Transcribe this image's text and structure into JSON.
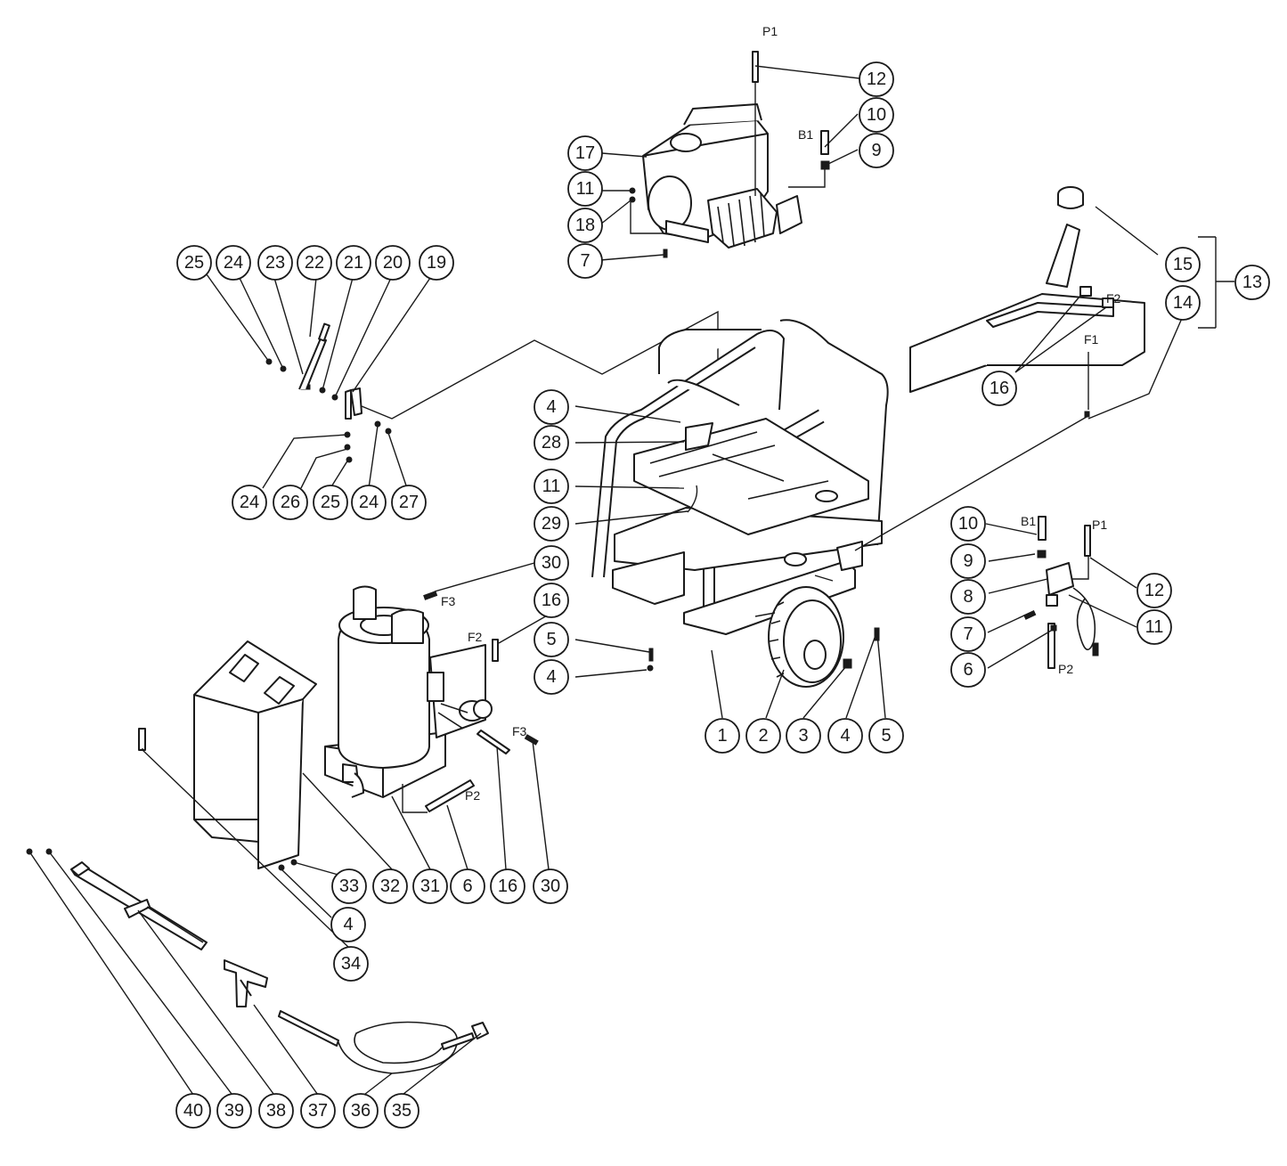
{
  "callouts": [
    "1",
    "2",
    "3",
    "4",
    "5",
    "6",
    "7",
    "8",
    "9",
    "10",
    "11",
    "12",
    "13",
    "14",
    "15",
    "16",
    "17",
    "18",
    "19",
    "20",
    "21",
    "22",
    "23",
    "24",
    "25",
    "26",
    "27",
    "28",
    "29",
    "30",
    "31",
    "32",
    "33",
    "34",
    "35",
    "36",
    "37",
    "38",
    "39",
    "40"
  ],
  "connection_labels": [
    "P1",
    "P2",
    "B1",
    "F1",
    "F2",
    "F3"
  ],
  "colors": {
    "line": "#1a1a1a",
    "background": "#ffffff"
  }
}
